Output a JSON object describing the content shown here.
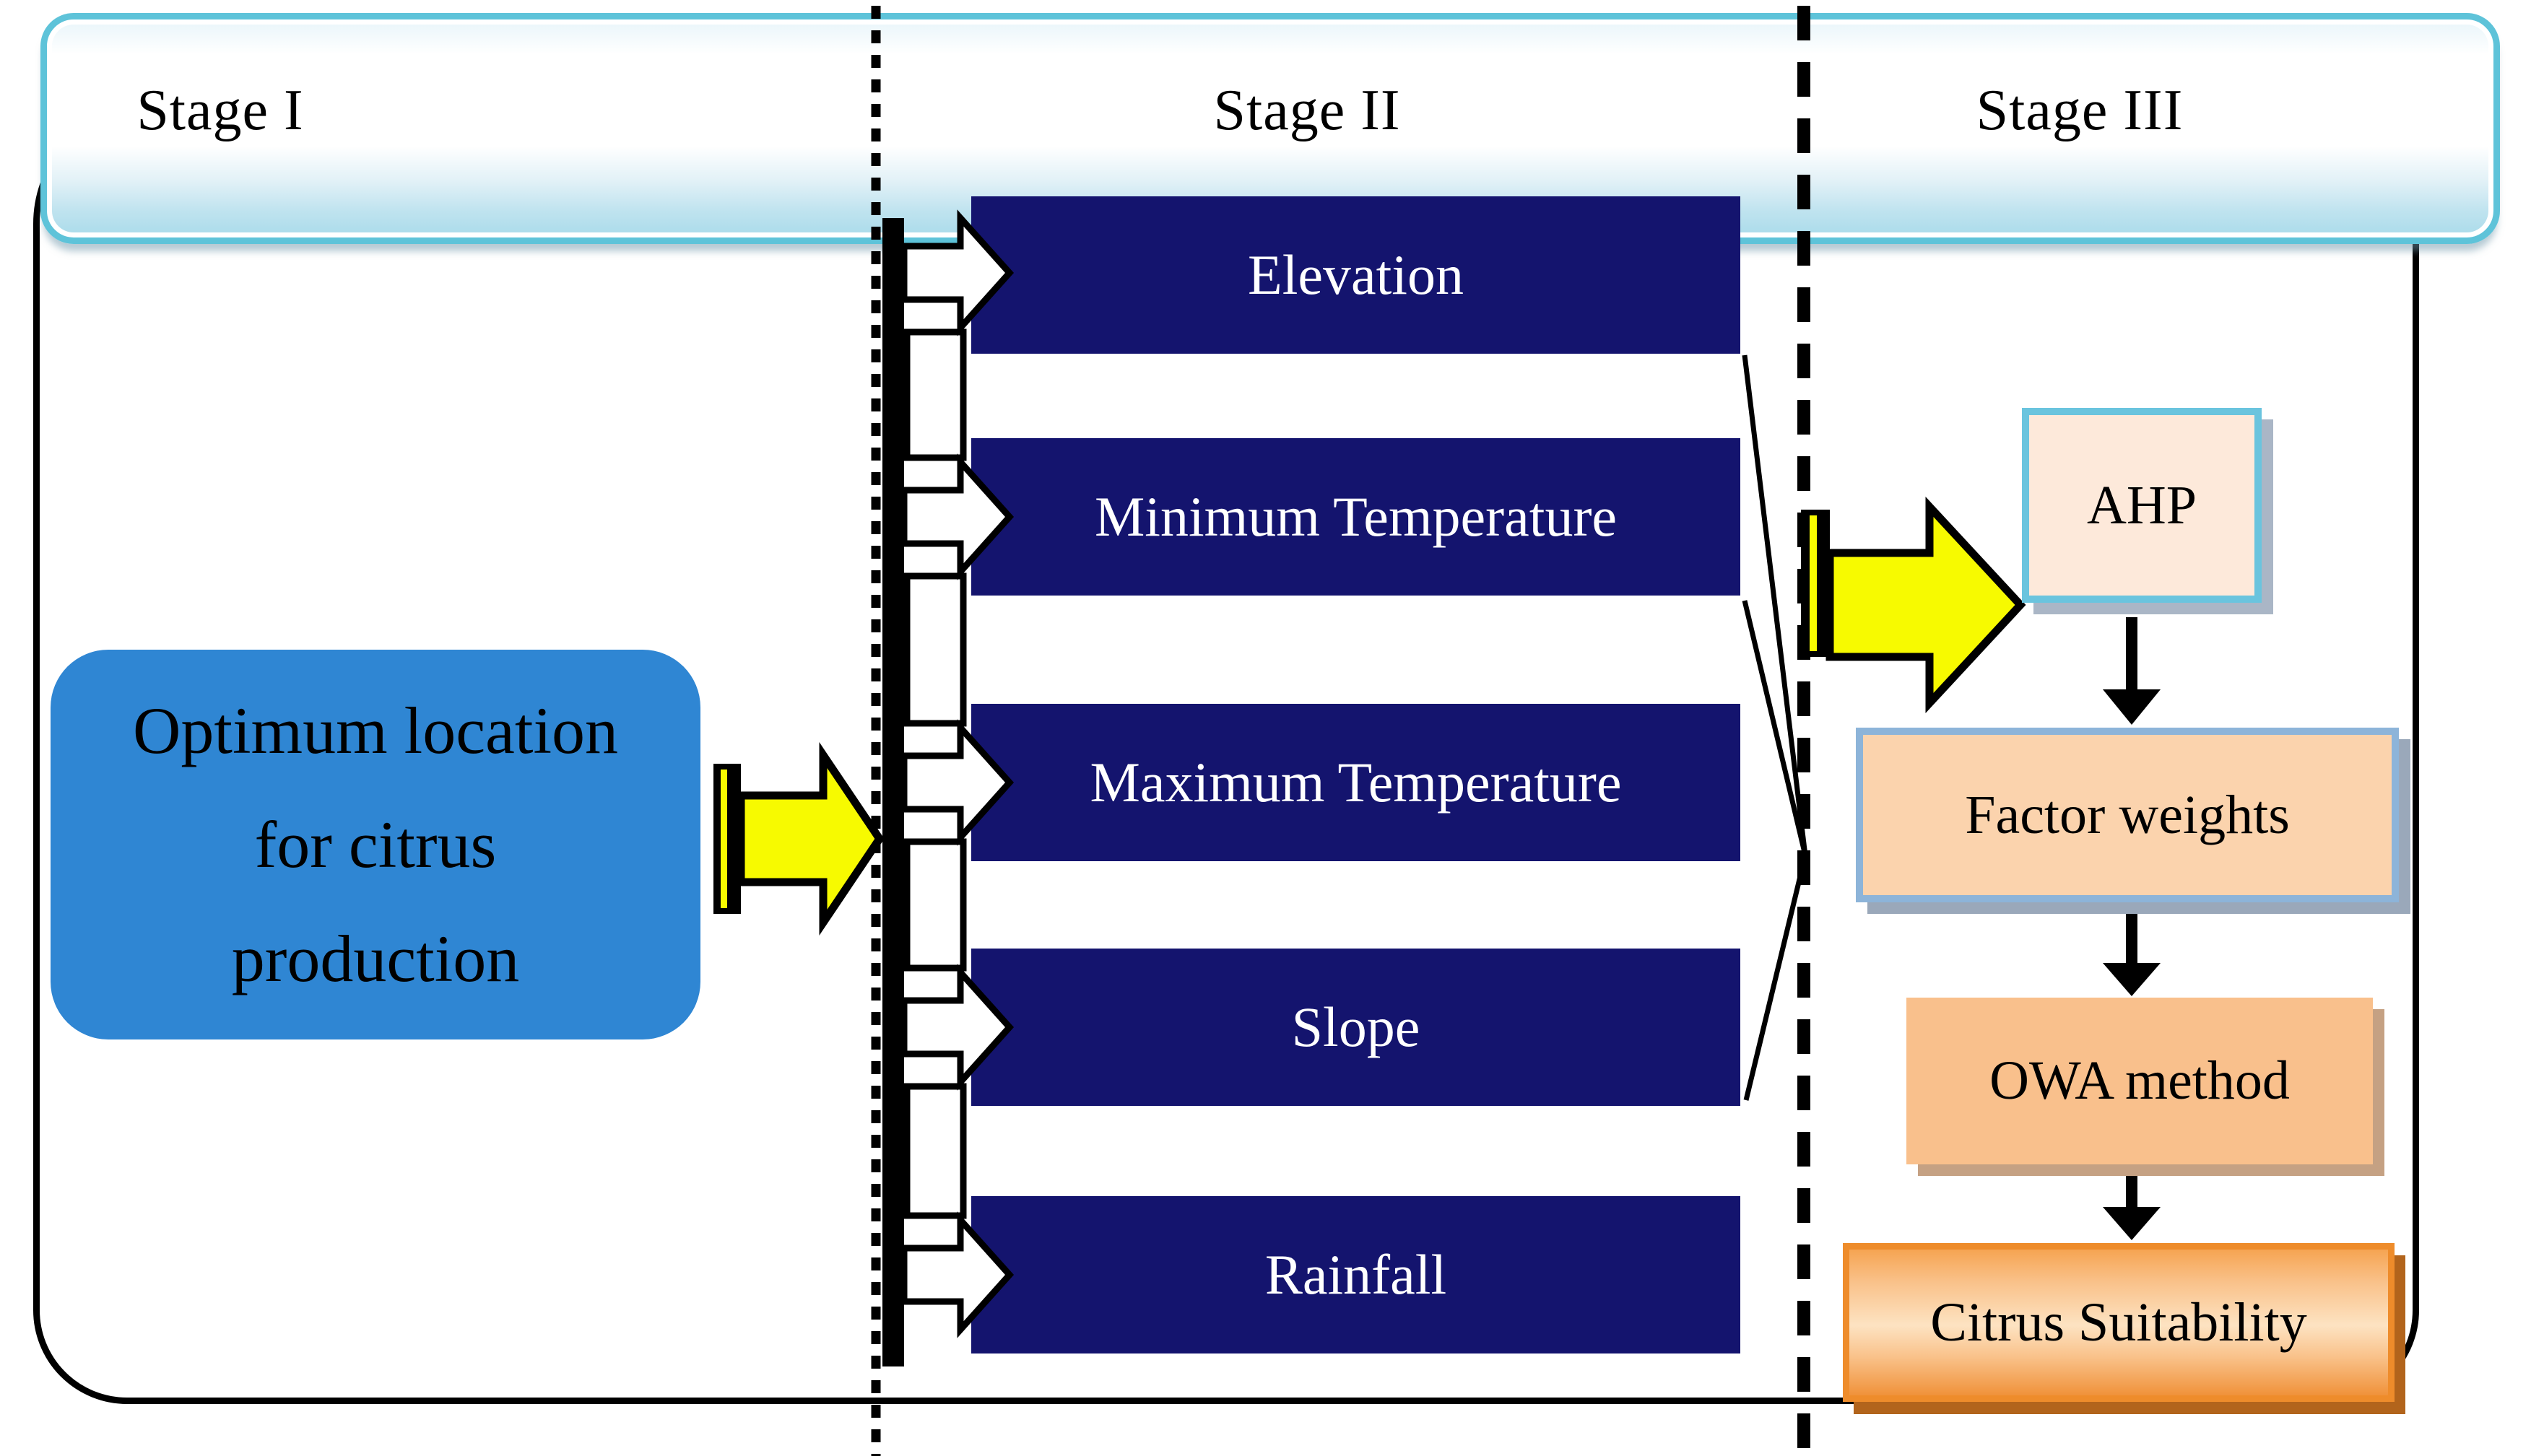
{
  "diagram": {
    "stages": [
      {
        "label": "Stage I"
      },
      {
        "label": "Stage II"
      },
      {
        "label": "Stage III"
      }
    ],
    "stage1": {
      "goal_box": "Optimum location\nfor citrus\nproduction"
    },
    "stage2": {
      "factors": [
        {
          "label": "Elevation"
        },
        {
          "label": "Minimum Temperature"
        },
        {
          "label": "Maximum Temperature"
        },
        {
          "label": "Slope"
        },
        {
          "label": "Rainfall"
        }
      ]
    },
    "stage3": {
      "steps": [
        {
          "label": "AHP"
        },
        {
          "label": "Factor weights"
        },
        {
          "label": "OWA method"
        },
        {
          "label": "Citrus Suitability"
        }
      ]
    },
    "colors": {
      "header_border": "#5ec3d9",
      "header_fill_bottom": "#a9dbea",
      "goal_fill": "#2f86d3",
      "factor_fill": "#14146e",
      "factor_text": "#ffffff",
      "arrow_yellow": "#f7fa00",
      "ahp_fill": "#fde9da",
      "ahp_border": "#6ac4de",
      "factor_weights_fill": "#fbd3ad",
      "factor_weights_border": "#8db4d9",
      "owa_fill": "#f9c08c",
      "citrus_border": "#ee8c2b",
      "citrus_fill_light": "#fde3c2",
      "citrus_fill_dark": "#f0923a",
      "outline": "#000000"
    }
  }
}
